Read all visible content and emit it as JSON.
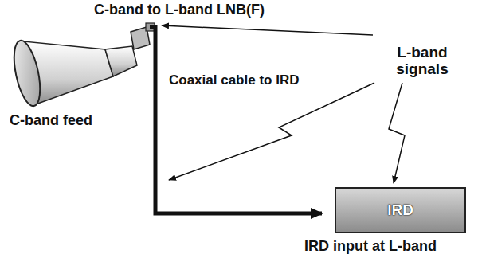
{
  "diagram": {
    "nodes": [
      {
        "text": [
          "IRD"
        ]
      }
    ],
    "labels": [
      "C-band to L-band LNB(F)",
      "L-band signals",
      "Coaxial cable to IRD",
      "C-band feed",
      "IRD input at L-band"
    ]
  }
}
